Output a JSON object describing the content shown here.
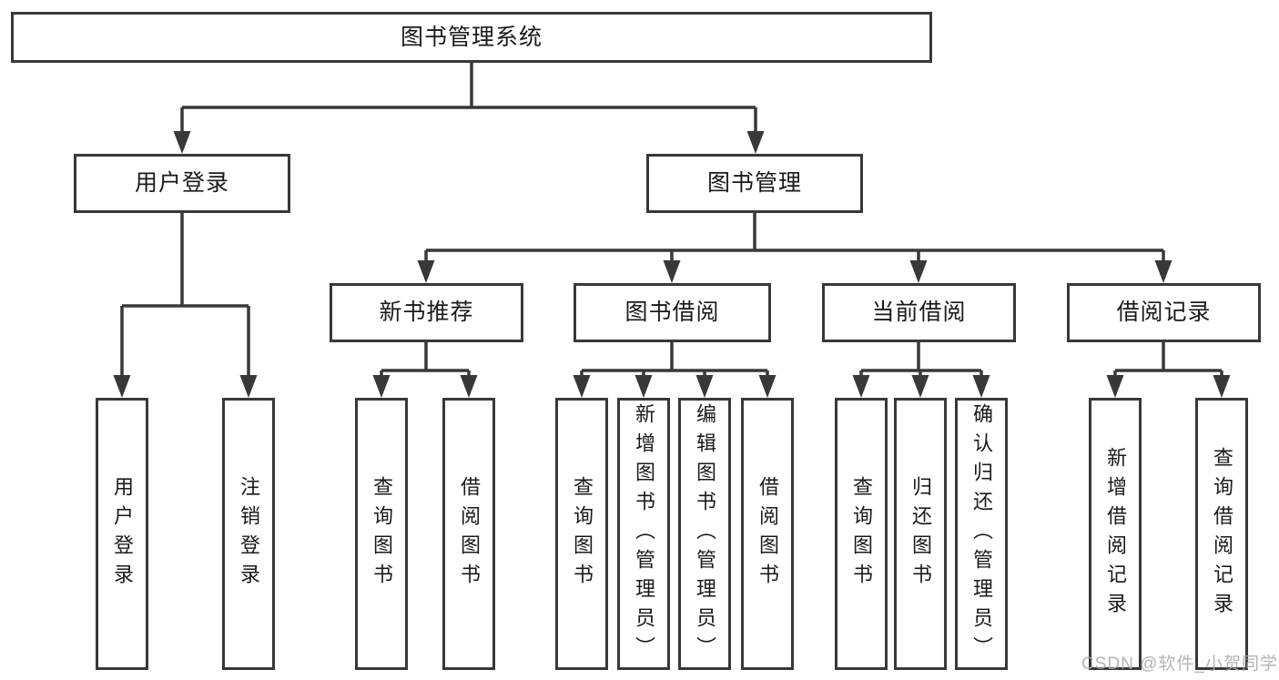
{
  "tree": {
    "root": "图书管理系统",
    "branches": [
      {
        "label": "用户登录",
        "children": [
          "用户登录",
          "注销登录"
        ]
      },
      {
        "label": "图书管理",
        "children": [
          {
            "label": "新书推荐",
            "children": [
              "查询图书",
              "借阅图书"
            ]
          },
          {
            "label": "图书借阅",
            "children": [
              "查询图书",
              "新增图书（管理员）",
              "编辑图书（管理员）",
              "借阅图书"
            ]
          },
          {
            "label": "当前借阅",
            "children": [
              "查询图书",
              "归还图书",
              "确认归还（管理员）"
            ]
          },
          {
            "label": "借阅记录",
            "children": [
              "新增借阅记录",
              "查询借阅记录"
            ]
          }
        ]
      }
    ]
  },
  "watermark": {
    "text": "CSDN @软件_小贺同学",
    "color": "#a9a9a9"
  },
  "colors": {
    "line": "#383838",
    "text": "#1a1a1a",
    "background": "#ffffff"
  }
}
